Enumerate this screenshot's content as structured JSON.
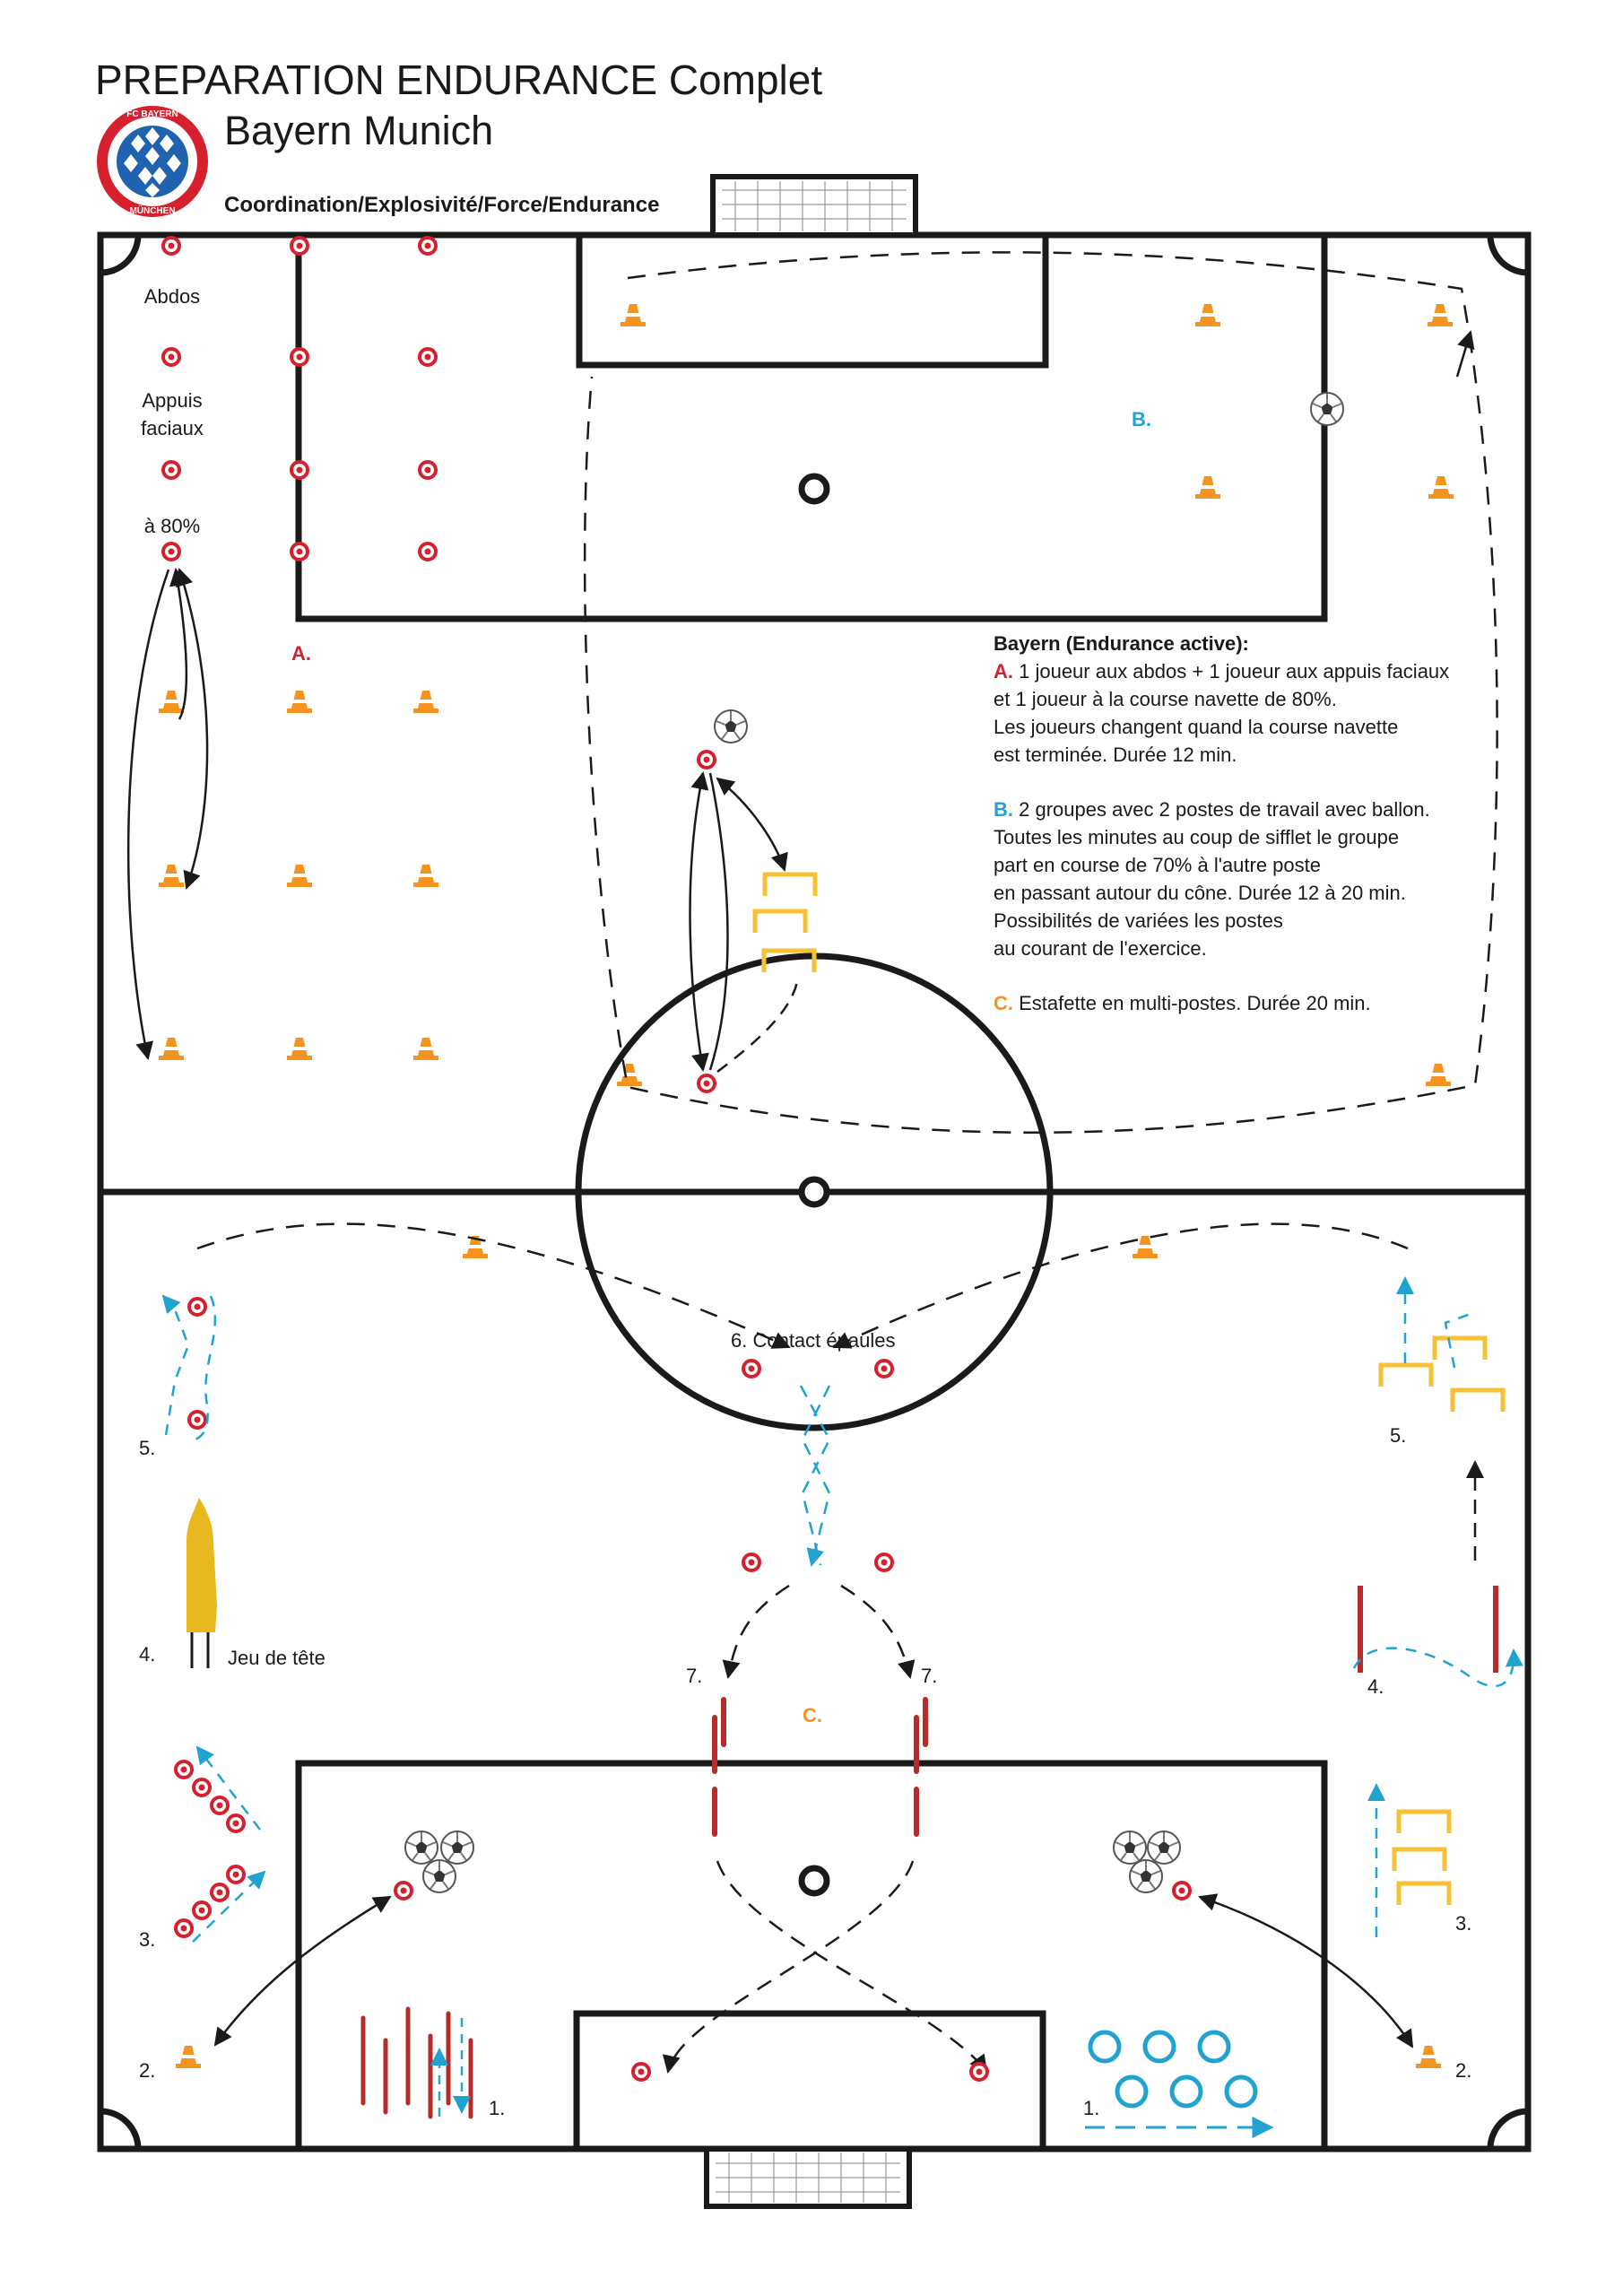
{
  "header": {
    "title": "PREPARATION ENDURANCE Complet",
    "subtitle": "Bayern Munich",
    "tagline": "Coordination/Explosivité/Force/Endurance",
    "logo_text_top": "FC BAYERN",
    "logo_text_bottom": "MÜNCHEN"
  },
  "colors": {
    "line": "#1a1a1a",
    "marker_red": "#d6202e",
    "cone_orange": "#f39320",
    "hurdle_yellow": "#f6c233",
    "run_blue": "#21a3d2",
    "pole_red": "#b72b2b",
    "logo_blue": "#1f63b0"
  },
  "zone_labels": {
    "a": "A.",
    "b": "B.",
    "c": "C."
  },
  "station_labels": {
    "abdos": "Abdos",
    "appuis_line1": "Appuis",
    "appuis_line2": "faciaux",
    "a80": "à 80%",
    "contact": "6. Contact épaules",
    "jeu_tete": "Jeu de tête",
    "n5_left": "5.",
    "n4_left": "4.",
    "n3_left": "3.",
    "n2_left": "2.",
    "n1_left": "1.",
    "n5_right": "5.",
    "n4_right": "4.",
    "n3_right": "3.",
    "n2_right": "2.",
    "n1_right": "1.",
    "n7_left": "7.",
    "n7_right": "7."
  },
  "legend": {
    "heading": "Bayern (Endurance active):",
    "a_key": "A.",
    "a_line1": " 1 joueur aux abdos + 1 joueur aux appuis faciaux",
    "a_line2": "et 1 joueur à la course navette de 80%.",
    "a_line3": "Les joueurs changent quand la course navette",
    "a_line4": "est terminée. Durée 12 min.",
    "b_key": "B.",
    "b_line1": " 2 groupes avec 2 postes de travail avec ballon.",
    "b_line2": "Toutes les minutes au coup de sifflet le groupe",
    "b_line3": "part en course de 70% à l'autre poste",
    "b_line4": "en passant autour du cône. Durée 12 à 20 min.",
    "b_line5": "Possibilités de variées les postes",
    "b_line6": "au courant de l'exercice.",
    "c_key": "C.",
    "c_line1": " Estafette en multi-postes. Durée 20 min."
  }
}
